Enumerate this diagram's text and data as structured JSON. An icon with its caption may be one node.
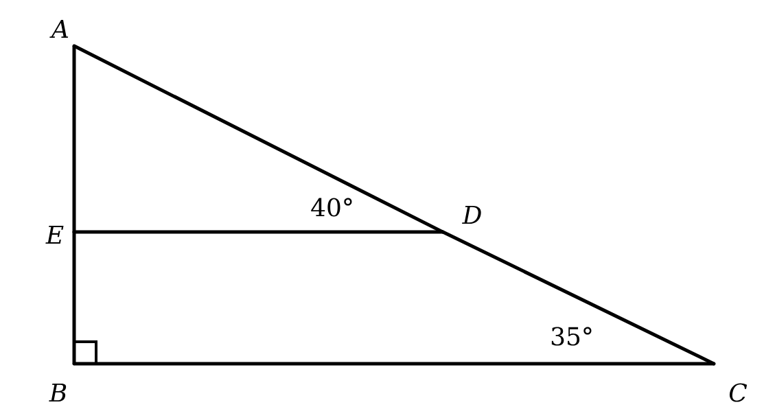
{
  "diagram": {
    "nodes": [
      {
        "text": [
          "A"
        ]
      },
      {
        "text": [
          "B"
        ]
      },
      {
        "text": [
          "C"
        ]
      },
      {
        "text": [
          "D"
        ]
      },
      {
        "text": [
          "E"
        ]
      }
    ],
    "edges": [
      {
        "from": 0,
        "to": 4,
        "arrow": "none"
      },
      {
        "from": 4,
        "to": 1,
        "arrow": "none"
      },
      {
        "from": 1,
        "to": 2,
        "arrow": "none"
      },
      {
        "from": 2,
        "to": 3,
        "arrow": "none"
      },
      {
        "from": 3,
        "to": 0,
        "arrow": "none"
      },
      {
        "from": 4,
        "to": 3,
        "arrow": "none"
      }
    ],
    "labels": [
      "40°",
      "35°"
    ]
  }
}
